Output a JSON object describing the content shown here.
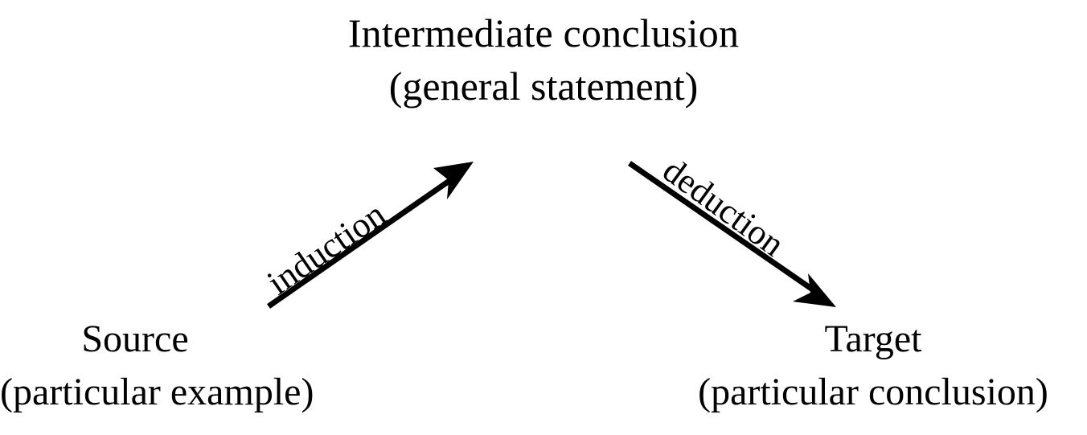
{
  "diagram": {
    "title_semantic": "induction-deduction-analogy-diagram",
    "background_color": "#ffffff",
    "stroke_color": "#000000",
    "nodes": {
      "intermediate": {
        "main": "Intermediate conclusion",
        "sub": "(general statement)"
      },
      "source": {
        "main": "Source",
        "sub": "(particular example)"
      },
      "target": {
        "main": "Target",
        "sub": "(particular conclusion)"
      }
    },
    "edges": [
      {
        "id": "induction",
        "label": "induction",
        "from": "source",
        "to": "intermediate",
        "direction": "up-right",
        "angle_deg": -34.5
      },
      {
        "id": "deduction",
        "label": "deduction",
        "from": "intermediate",
        "to": "target",
        "direction": "down-right",
        "angle_deg": 36
      }
    ]
  }
}
